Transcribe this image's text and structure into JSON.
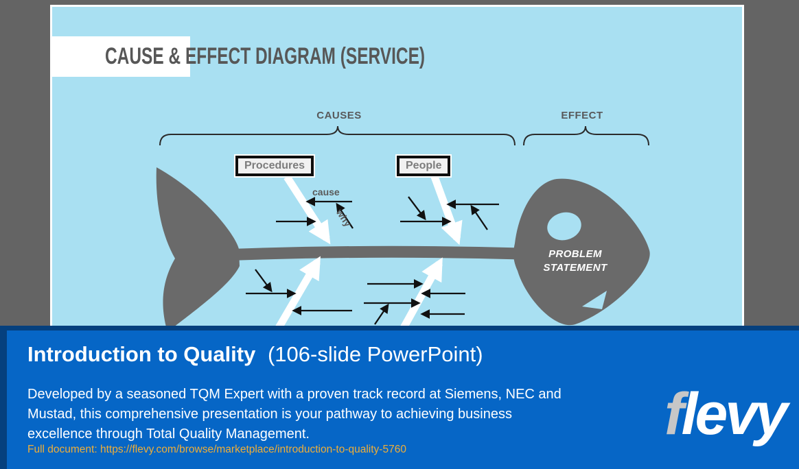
{
  "slide": {
    "title": "CAUSE & EFFECT DIAGRAM (SERVICE)",
    "causes_label": "CAUSES",
    "effect_label": "EFFECT",
    "box_procedures": "Procedures",
    "box_people": "People",
    "cause_label": "cause",
    "why_label": "why",
    "problem_line1": "PROBLEM",
    "problem_line2": "STATEMENT",
    "colors": {
      "slide_background": "#A9E0F2",
      "fish_gray": "#6A6A6A",
      "outer_background": "#646464",
      "title_text": "#575757"
    }
  },
  "banner": {
    "title_bold": "Introduction to Quality",
    "title_suffix": "(106-slide PowerPoint)",
    "description_lines": [
      "Developed by a seasoned TQM Expert with a proven track record at Siemens, NEC and",
      "Mustad, this comprehensive presentation is your pathway to achieving business",
      "excellence through Total Quality Management."
    ],
    "link": "Full document: https://flevy.com/browse/marketplace/introduction-to-quality-5760",
    "logo": {
      "f": "f",
      "rest": "levy"
    },
    "colors": {
      "background": "#0666C6",
      "border_navy": "#05407E",
      "link_gold": "#EFAE38"
    }
  }
}
